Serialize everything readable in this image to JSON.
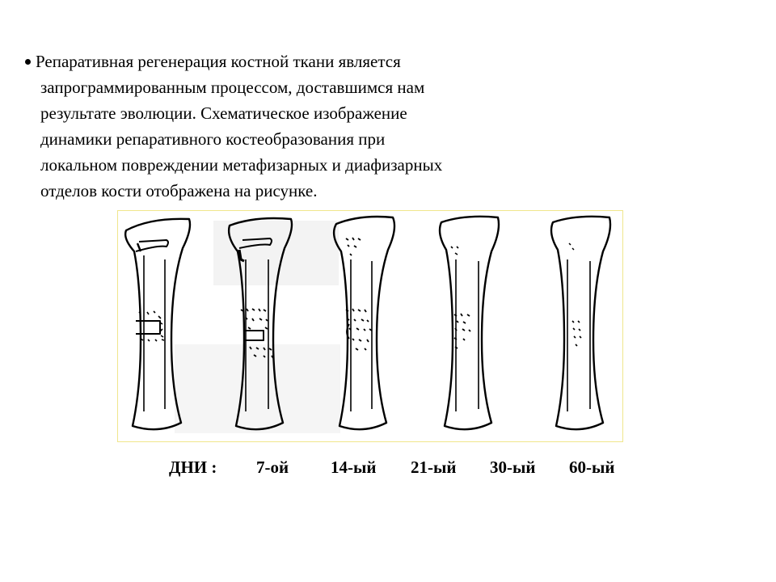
{
  "text": {
    "lines": [
      "Репаративная регенерация костной ткани является",
      "запрограммированным процессом, доставшимся нам",
      "результате эволюции. Схематическое изображение",
      "динамики репаративного костеобразования при",
      "локальном повреждении метафизарных и диафизарных",
      "отделов кости отображена на рисунке."
    ]
  },
  "figure": {
    "border_color": "#f0e68c",
    "bone_count": 5
  },
  "days": {
    "label": "ДНИ :",
    "values": [
      "7-ой",
      "14-ый",
      "21-ый",
      "30-ый",
      "60-ый"
    ]
  }
}
